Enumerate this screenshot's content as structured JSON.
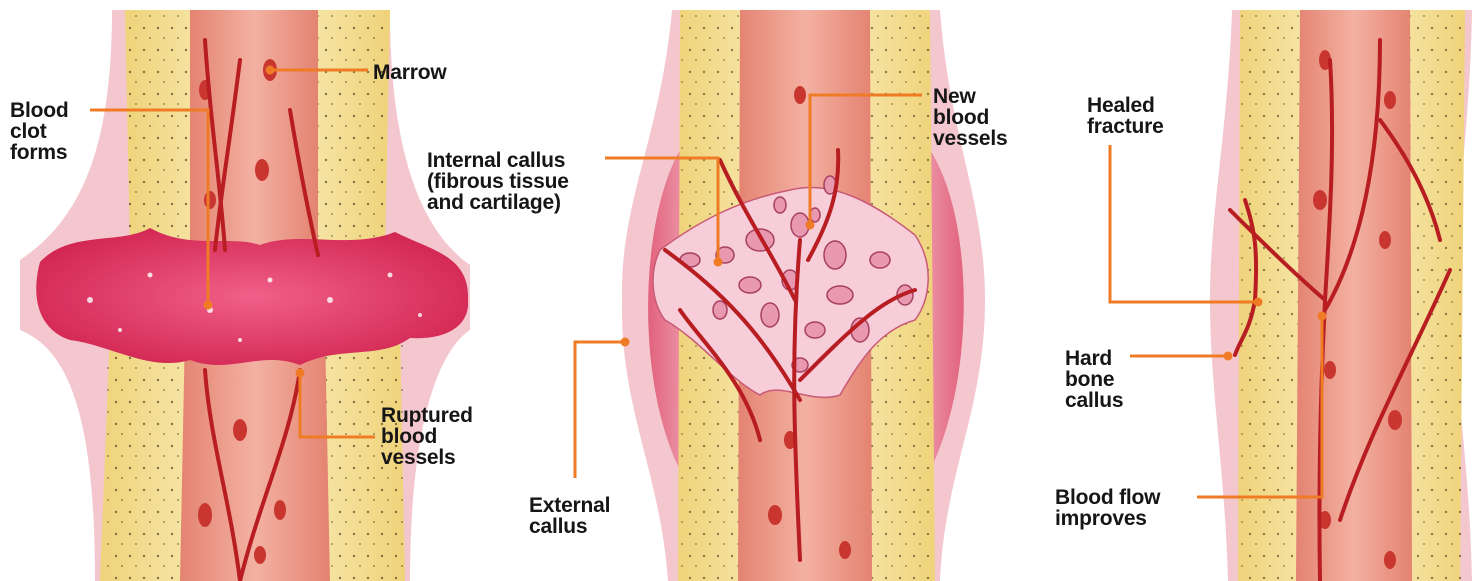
{
  "colors": {
    "bone": "#f6e7a1",
    "bone_dark": "#e3c161",
    "marrow": "#ec9b8a",
    "marrow_dark": "#d96d60",
    "clot": "#e0325d",
    "vessel": "#c01f24",
    "cartilage": "#f3c7d3",
    "callus": "#e8788f",
    "leader": "#ef7b25",
    "text": "#161616"
  },
  "panels": [
    {
      "stage": "clot",
      "labels": [
        {
          "id": "marrow",
          "text": "Marrow"
        },
        {
          "id": "blood-clot-forms",
          "text": "Blood\nclot\nforms"
        },
        {
          "id": "ruptured-blood-vessels",
          "text": "Ruptured\nblood\nvessels"
        }
      ]
    },
    {
      "stage": "callus",
      "labels": [
        {
          "id": "new-blood-vessels",
          "text": "New\nblood\nvessels"
        },
        {
          "id": "internal-callus",
          "text": "Internal callus\n(fibrous tissue\nand cartilage)"
        },
        {
          "id": "external-callus",
          "text": "External\ncallus"
        }
      ]
    },
    {
      "stage": "healed",
      "labels": [
        {
          "id": "healed-fracture",
          "text": "Healed\nfracture"
        },
        {
          "id": "hard-bone-callus",
          "text": "Hard\nbone\ncallus"
        },
        {
          "id": "blood-flow-improves",
          "text": "Blood flow\nimproves"
        }
      ]
    }
  ]
}
